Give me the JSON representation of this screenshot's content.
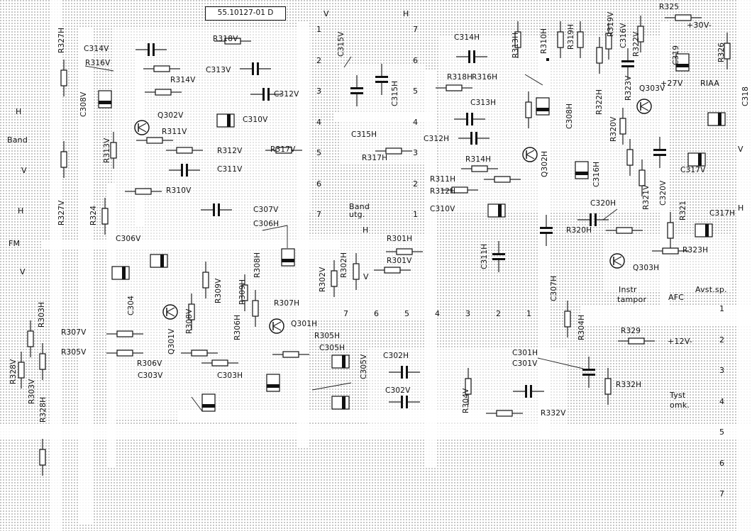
{
  "board_id": "55.10127-01 D",
  "component_labels": {
    "C314V": "C314V",
    "R318V": "R318V",
    "R316V": "R316V",
    "C313V": "C313V",
    "R314V": "R314V",
    "C312V": "C312V",
    "C308V": "C308V",
    "Q302V": "Q302V",
    "C310V": "C310V",
    "R311V": "R311V",
    "R317V": "R317V",
    "R313V": "R313V",
    "R312V": "R312V",
    "C311V": "C311V",
    "R310V": "R310V",
    "R327V": "R327V",
    "R324": "R324",
    "C307V": "C307V",
    "C306V": "C306V",
    "C306H": "C306H",
    "R327H": "R327H",
    "C315V": "C315V",
    "C315H": "C315H",
    "C314H": "C314H",
    "R313H": "R313H",
    "R310H": "R310H",
    "R319H": "R319H",
    "R319V": "R319V",
    "C316V": "C316V",
    "R322V": "R322V",
    "C319": "C319",
    "R325": "R325",
    "R326": "R326",
    "C318": "C318",
    "R318H": "R318H",
    "R316H": "R316H",
    "C313H": "C313H",
    "C308H": "C308H",
    "C312H": "C312H",
    "C315H_b": "C315H",
    "R317H": "R317H",
    "Q302H": "Q302H",
    "R314H": "R314H",
    "R311H": "R311H",
    "R312H": "R312H",
    "C310V_b": "C310V",
    "C316H": "C316H",
    "R322H": "R322H",
    "R320V": "R320V",
    "R323V": "R323V",
    "Q303V": "Q303V",
    "C317V": "C317V",
    "R321V": "R321V",
    "C320V": "C320V",
    "C320H": "C320H",
    "R321": "R321",
    "C317H": "C317H",
    "R320H": "R320H",
    "R323H": "R323H",
    "Q303H": "Q303H",
    "C311H": "C311H",
    "C307H": "C307H",
    "R304H": "R304H",
    "R301H": "R301H",
    "R301V": "R301V",
    "R302V": "R302V",
    "R302H": "R302H",
    "C304": "C304",
    "R309V": "R309V",
    "R308H": "R308H",
    "R309H": "R309H",
    "R308V": "R308V",
    "Q301V": "Q301V",
    "R307H": "R307H",
    "Q301H": "Q301H",
    "R306H": "R306H",
    "R305H": "R305H",
    "C305H": "C305H",
    "C305V": "C305V",
    "R307V": "R307V",
    "R305V": "R305V",
    "R306V": "R306V",
    "C303V": "C303V",
    "C303H": "C303H",
    "R303H": "R303H",
    "R328V": "R328V",
    "R303V": "R303V",
    "R328H": "R328H",
    "C302H": "C302H",
    "C302V": "C302V",
    "R304V": "R304V",
    "C301H": "C301H",
    "C301V": "C301V",
    "R332H": "R332H",
    "R332V": "R332V",
    "R329": "R329"
  },
  "side_labels": {
    "H1": "H",
    "Band": "Band",
    "V1": "V",
    "H2": "H",
    "FM": "FM",
    "V2": "V",
    "V_right": "V",
    "H_right": "H"
  },
  "annotations": {
    "v30": "+30V-",
    "v27": "+27V",
    "riaa": "RIAA",
    "v12": "+12V-",
    "band_utg": "Band\nutg.",
    "band_utg_h": "H",
    "v_mid": "V",
    "instr": "Instr",
    "tampor": "tampor",
    "afc": "AFC",
    "avst": "Avst.sp.",
    "tyst": "Tyst",
    "omk": "omk.",
    "col_v": "V",
    "col_h": "H"
  },
  "pins": {
    "col_v": [
      "1",
      "2",
      "3",
      "4",
      "5",
      "6",
      "7"
    ],
    "col_h": [
      "7",
      "6",
      "5",
      "4",
      "3",
      "2",
      "1"
    ],
    "bottom": [
      "7",
      "6",
      "5",
      "4",
      "3",
      "2",
      "1"
    ],
    "right": [
      "1",
      "2",
      "3",
      "4",
      "5",
      "6",
      "7"
    ]
  }
}
